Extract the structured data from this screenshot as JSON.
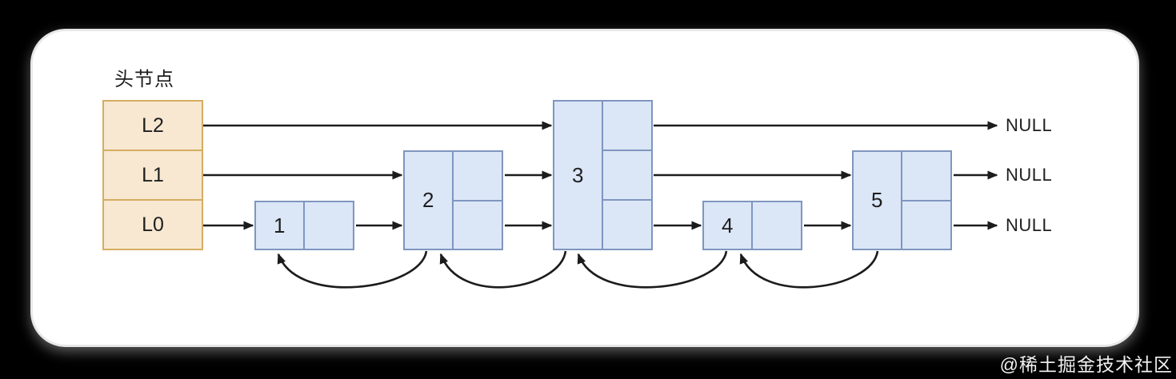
{
  "diagram": {
    "structure": "skip-list",
    "title": "头节点",
    "head": {
      "levels": [
        "L2",
        "L1",
        "L0"
      ]
    },
    "nodes": [
      {
        "value": "1",
        "levels": 1
      },
      {
        "value": "2",
        "levels": 2
      },
      {
        "value": "3",
        "levels": 3
      },
      {
        "value": "4",
        "levels": 1
      },
      {
        "value": "5",
        "levels": 2
      }
    ],
    "null_label": "NULL",
    "colors": {
      "background": "#000000",
      "card": "#ffffff",
      "head_fill": "#f8e8d1",
      "head_border": "#d5ad62",
      "node_fill": "#dbe6f7",
      "node_border": "#8096bf",
      "arrow": "#1c1c1c"
    }
  },
  "watermark": {
    "text": "@稀土掘金技术社区"
  }
}
